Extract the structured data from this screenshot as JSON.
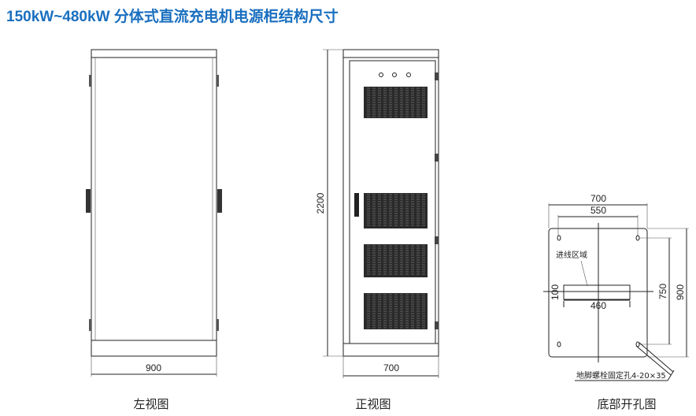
{
  "title": "150kW~480kW 分体式直流充电机电源柜结构尺寸",
  "left_view": {
    "caption": "左视图",
    "width_dim": "900"
  },
  "front_view": {
    "caption": "正视图",
    "width_dim": "700",
    "height_dim": "2200"
  },
  "bottom_view": {
    "caption": "底部开孔图",
    "width_dim": "700",
    "hole_spacing_x": "550",
    "cable_area_label": "进线区域",
    "cable_area_height": "100",
    "cable_area_width": "460",
    "hole_spacing_y": "750",
    "depth_dim": "900",
    "bolt_note": "地脚螺栓固定孔4-20×35"
  }
}
